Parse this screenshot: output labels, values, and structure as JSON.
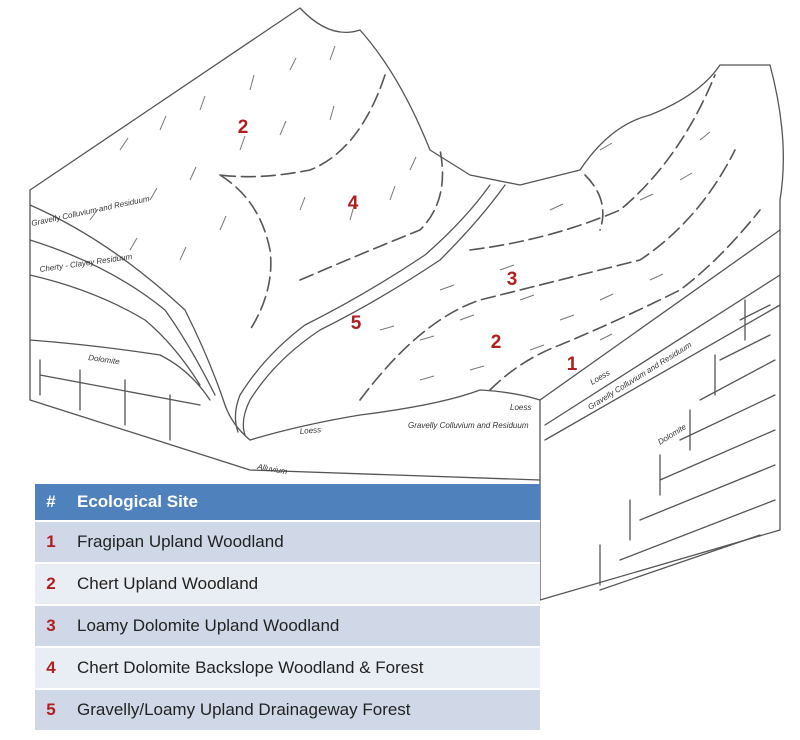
{
  "diagram": {
    "zone_labels": [
      "2",
      "4",
      "3",
      "5",
      "2",
      "1"
    ],
    "geology_labels": {
      "colluvium_left": "Gravelly Colluvium and Residuum",
      "cherty": "Cherty - Clayey Residuum",
      "dolomite_left": "Dolomite",
      "loess_bottom": "Loess",
      "colluvium_bottom": "Gravelly Colluvium and Residuum",
      "loess_right_a": "Loess",
      "loess_right_b": "Loess",
      "colluvium_right": "Gravelly Colluvium and Residuum",
      "dolomite_right": "Dolomite",
      "alluvium": "Alluvium"
    }
  },
  "legend": {
    "headers": [
      "#",
      "Ecological Site"
    ],
    "rows": [
      {
        "num": "1",
        "site": "Fragipan Upland Woodland"
      },
      {
        "num": "2",
        "site": "Chert Upland Woodland"
      },
      {
        "num": "3",
        "site": "Loamy Dolomite Upland Woodland"
      },
      {
        "num": "4",
        "site": "Chert Dolomite Backslope Woodland & Forest"
      },
      {
        "num": "5",
        "site": "Gravelly/Loamy Upland Drainageway Forest"
      }
    ]
  },
  "colors": {
    "header_bg": "#4f81bd",
    "row_odd": "#d0d8e8",
    "row_even": "#e9edf4",
    "zone_number": "#b01e1e"
  }
}
